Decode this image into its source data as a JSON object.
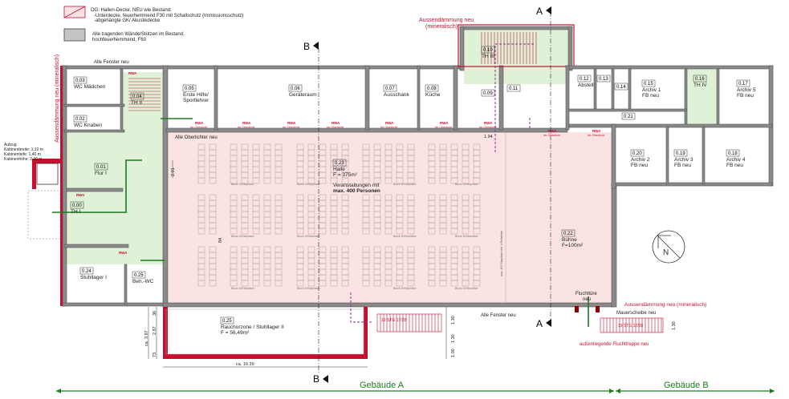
{
  "legend": {
    "ceiling_title": "OG: Hallen-Decke, NEU wie Bestand:",
    "ceiling_line2": "-Unterdecke, feuerhemmend F30  mit Schallschutz (Immissionsschutz)",
    "ceiling_line3": "-abgehängte GK/ Akustikdecke",
    "walls_line1": "Alle tragenden Wände/Stützen im Bestand,",
    "walls_line2": "hochfeuerhemmend, F60"
  },
  "section_markers": {
    "a": "A",
    "b": "B"
  },
  "notes": {
    "insulation_top": "Aussendämmung neu",
    "insulation_top2": "(mineralisch)",
    "insulation_left": "Aussendämmung neu (mineralisch)",
    "insulation_bottom": "Aussendämmung neu (mineralisch)",
    "windows_top": "Alle Fenster neu",
    "skylights": "Alle Oberlichter neu",
    "windows_bottom": "Alle Fenster neu",
    "escape_door": "Fluchttüre",
    "escape_door2": "neu",
    "wall_panel": "Mauerscheibe neu",
    "escape_stair": "außenliegende Fluchttreppe neu",
    "rwa": "RWA",
    "rwa_sub": "im Oberlicht",
    "seat_block": "Block 30Sitzplätze",
    "stage_note": "max. 400 Sitzplätze inkl. 4 Rollstühle"
  },
  "elevator": {
    "title": "Aufzug",
    "width": "Kabinenbreite:  1,10 m",
    "depth": "Kabinentiefe:   1,40 m",
    "height": "Kabinenhöhe:   2,20 m"
  },
  "rooms": [
    {
      "num": "0.03",
      "name": "WC Mädchen"
    },
    {
      "num": "0.04",
      "name": "TH II"
    },
    {
      "num": "0.02",
      "name": "WC Knaben"
    },
    {
      "num": "0.05",
      "name": "Erste Hilfe/",
      "name2": "Sportlehrer"
    },
    {
      "num": "0.06",
      "name": "Geräteraum"
    },
    {
      "num": "0.07",
      "name": "Ausschank"
    },
    {
      "num": "0.08",
      "name": "Küche"
    },
    {
      "num": "0.09",
      "name": ""
    },
    {
      "num": "0.10",
      "name": "TH III"
    },
    {
      "num": "0.11",
      "name": ""
    },
    {
      "num": "0.12",
      "name": "Abstell"
    },
    {
      "num": "0.13",
      "name": ""
    },
    {
      "num": "0.14",
      "name": ""
    },
    {
      "num": "0.15",
      "name": "Archiv 1",
      "name2": "FB neu"
    },
    {
      "num": "0.16",
      "name": "TH IV"
    },
    {
      "num": "0.17",
      "name": "Archiv 5",
      "name2": "FB neu"
    },
    {
      "num": "0.21",
      "name": ""
    },
    {
      "num": "0.20",
      "name": "Archiv 2",
      "name2": "FB neu"
    },
    {
      "num": "0.19",
      "name": "Archiv 3",
      "name2": "FB neu"
    },
    {
      "num": "0.18",
      "name": "Archiv 4",
      "name2": "FB neu"
    },
    {
      "num": "0.01",
      "name": "Flur I"
    },
    {
      "num": "0.00",
      "name": "TH I"
    },
    {
      "num": "0.24",
      "name": "Stuhllager I"
    },
    {
      "num": "0.25",
      "name": "Beh.-WC"
    },
    {
      "num": "0.23",
      "name": "Halle",
      "name2": "F = 375m²",
      "name3": "Veranstaltungen mit",
      "name4": "max. 400 Personen"
    },
    {
      "num": "0.22",
      "name": "Bühne",
      "name2": "F=100m²"
    },
    {
      "num": "0.25",
      "name": "Rauchorzone / Stuhllager II",
      "name2": "F = 56,49m²"
    }
  ],
  "dimensions": {
    "d201": "2.01",
    "d84": "84",
    "d194": "1.94",
    "d397": "ca. 3.97",
    "d287": "2.87",
    "d36": "36",
    "d73": "73",
    "d130": "1.30",
    "d100": "1.00",
    "d130b": "1.30",
    "stair": "19 STG 17/28",
    "stair2": "19 STG 17/28",
    "width": "ca. 16.39",
    "d130c": "1.30"
  },
  "buildings": {
    "a": "Gebäude A",
    "b": "Gebäude B"
  },
  "colors": {
    "wall": "#8a8a8a",
    "new_red": "#c8102e",
    "hall_pink": "#fbe3e3",
    "stair_green": "#dff2d8",
    "escape_green": "#1f7a1f",
    "path_purple": "#8b2a9b"
  }
}
